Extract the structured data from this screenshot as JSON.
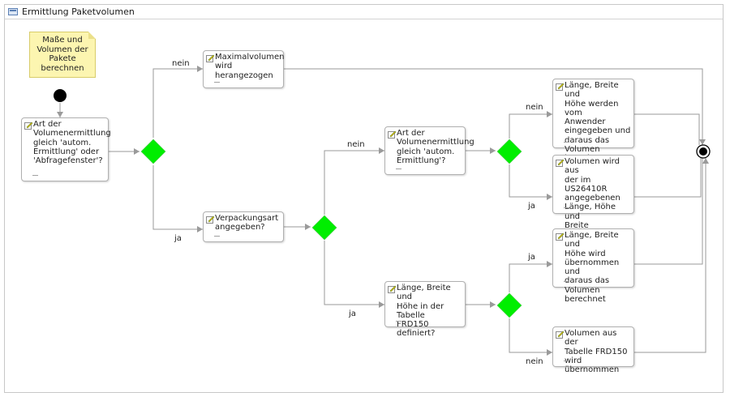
{
  "window": {
    "title": "Ermittlung Paketvolumen",
    "icon": "activity-diagram-icon"
  },
  "note": {
    "text": "Maße und\nVolumen der\nPakete\nberechnen"
  },
  "nodes": {
    "art_volumenermittlung": "Art der\nVolumenermittlung\ngleich 'autom.\nErmittlung' oder\n'Abfragefenster'?",
    "maximalvolumen": "Maximalvolumen\nwird herangezogen",
    "verpackungsart": "Verpackungsart\nangegeben?",
    "art_autom": "Art der\nVolumenermittlung\ngleich 'autom.\nErmittlung'?",
    "tabelle_definiert": "Länge, Breite und\nHöhe in der Tabelle\nFRD150 definiert?",
    "anwender_eingabe": "Länge, Breite und\nHöhe werden vom\nAnwender\neingegeben und\ndaraus das\nVolumen berechnet",
    "us_berechnet": "Volumen wird aus\nder im US26410R\nangegebenen\nLänge, Höhe und\nBreite berechnet",
    "uebernommen_berechnet": "Länge, Breite und\nHöhe wird\nübernommen und\ndaraus das\nVolumen berechnet",
    "tabelle_uebernommen": "Volumen aus der\nTabelle FRD150\nwird übernommen"
  },
  "edge_labels": {
    "d1_nein": "nein",
    "d1_ja": "ja",
    "d2_nein": "nein",
    "d2_ja": "ja",
    "d3_nein": "nein",
    "d3_ja": "ja",
    "d4_ja": "ja",
    "d4_nein": "nein"
  },
  "colors": {
    "decision": "#00ee00",
    "note_fill": "#fcf5b0",
    "edge": "#9a9a9a"
  }
}
